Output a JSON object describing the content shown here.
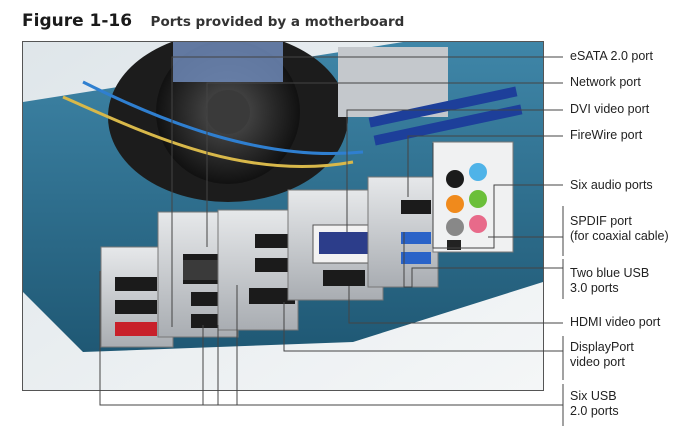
{
  "figure": {
    "number": "Figure 1-16",
    "caption": "Ports provided by a motherboard"
  },
  "labels": {
    "esata": "eSATA 2.0 port",
    "network": "Network port",
    "dvi": "DVI video port",
    "firewire": "FireWire port",
    "audio": "Six audio ports",
    "spdif_1": "SPDIF port",
    "spdif_2": "(for coaxial cable)",
    "usb3_1": "Two blue USB",
    "usb3_2": "3.0 ports",
    "hdmi": "HDMI video port",
    "displayport_1": "DisplayPort",
    "displayport_2": "video port",
    "usb2_1": "Six USB",
    "usb2_2": "2.0 ports"
  },
  "colors": {
    "board": "#2f6f8f",
    "metal": "#c9ccd0",
    "usb3_blue": "#2a63c8",
    "usb2_black": "#1b1b1b",
    "esata_red": "#c8202a",
    "audio_green": "#6bbf3a",
    "audio_orange": "#f08a1c",
    "audio_pink": "#e86a8a",
    "audio_blue": "#4fb3e8",
    "leader_line": "#444444"
  }
}
